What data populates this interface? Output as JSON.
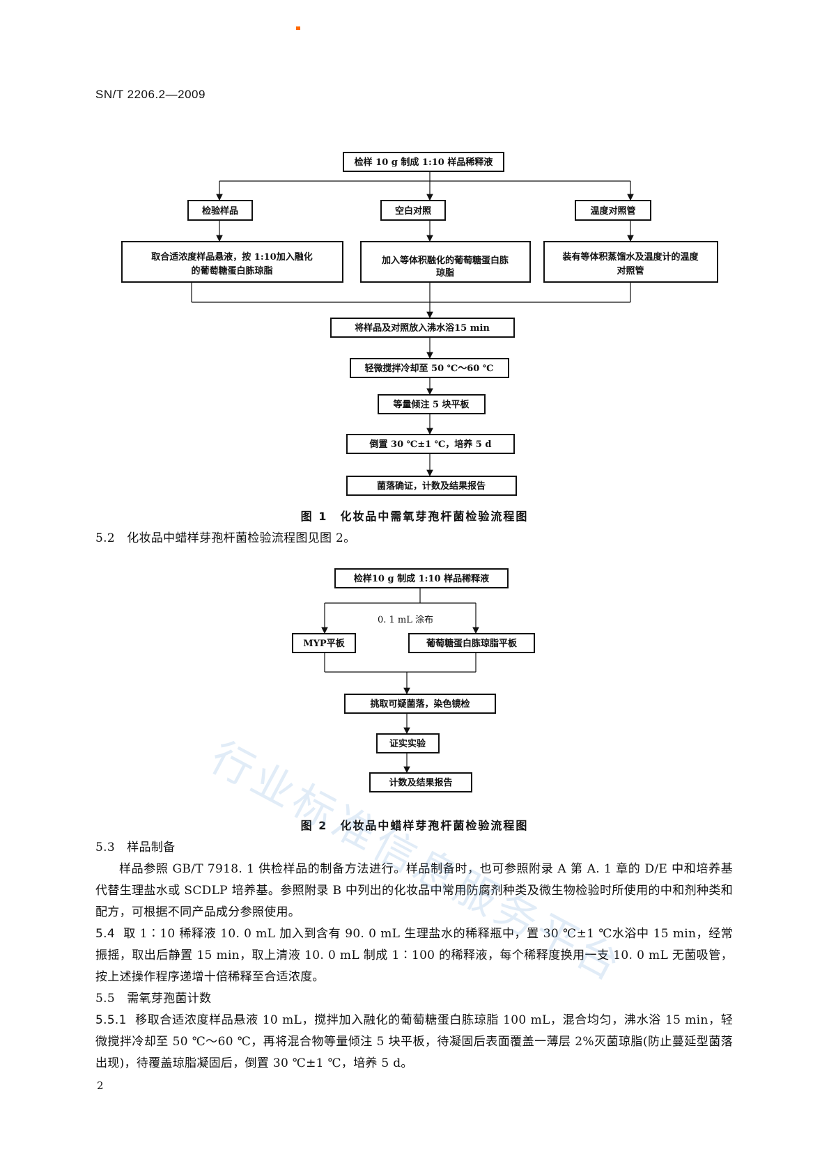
{
  "header": {
    "standard_code": "SN/T 2206.2—2009"
  },
  "figure1": {
    "top": "检样 10 g 制成 1:10 样品稀释液",
    "branches": [
      "检验样品",
      "空白对照",
      "温度对照管"
    ],
    "details": [
      [
        "取合适浓度样品悬液，按 1:10加入融化",
        "的葡萄糖蛋白胨琼脂"
      ],
      [
        "加入等体积融化的葡萄糖蛋白胨",
        "琼脂"
      ],
      [
        "装有等体积蒸馏水及温度计的温度",
        "对照管"
      ]
    ],
    "steps": [
      "将样品及对照放入沸水浴15 min",
      "轻微搅拌冷却至 50 ℃～60 ℃",
      "等量倾注 5 块平板",
      "倒置 30 ℃±1 ℃，培养 5 d",
      "菌落确证，计数及结果报告"
    ],
    "caption": "图 1　化妆品中需氧芽孢杆菌检验流程图"
  },
  "section_5_2": "5.2　化妆品中蜡样芽孢杆菌检验流程图见图 2。",
  "figure2": {
    "top": "检样10 g 制成 1:10 样品稀释液",
    "spread_label": "0. 1 mL 涂布",
    "plates": [
      "MYP平板",
      "葡萄糖蛋白胨琼脂平板"
    ],
    "steps": [
      "挑取可疑菌落，染色镜检",
      "证实实验",
      "计数及结果报告"
    ],
    "caption": "图 2　化妆品中蜡样芽孢杆菌检验流程图"
  },
  "sections": {
    "s53_title": "5.3　样品制备",
    "s53_text": "样品参照 GB/T 7918. 1 供检样品的制备方法进行。样品制备时，也可参照附录 A 第 A. 1 章的 D/E 中和培养基代替生理盐水或 SCDLP 培养基。参照附录 B 中列出的化妆品中常用防腐剂种类及微生物检验时所使用的中和剂种类和配方，可根据不同产品成分参照使用。",
    "s54_num": "5.4",
    "s54_text": "取 1∶10 稀释液 10. 0 mL 加入到含有 90. 0 mL 生理盐水的稀释瓶中，置 30 ℃±1 ℃水浴中 15 min，经常振摇，取出后静置 15 min，取上清液 10. 0 mL 制成 1∶100 的稀释液，每个稀释度换用一支 10. 0 mL 无菌吸管，按上述操作程序递增十倍稀释至合适浓度。",
    "s55_title": "5.5　需氧芽孢菌计数",
    "s551_num": "5.5.1",
    "s551_text": "移取合适浓度样品悬液 10 mL，搅拌加入融化的葡萄糖蛋白胨琼脂 100 mL，混合均匀，沸水浴 15 min，轻微搅拌冷却至 50 ℃～60 ℃，再将混合物等量倾注 5 块平板，待凝固后表面覆盖一薄层 2%灭菌琼脂(防止蔓延型菌落出现)，待覆盖琼脂凝固后，倒置 30 ℃±1 ℃，培养 5 d。"
  },
  "page_number": "2",
  "watermark": "行业标准信息服务平台"
}
